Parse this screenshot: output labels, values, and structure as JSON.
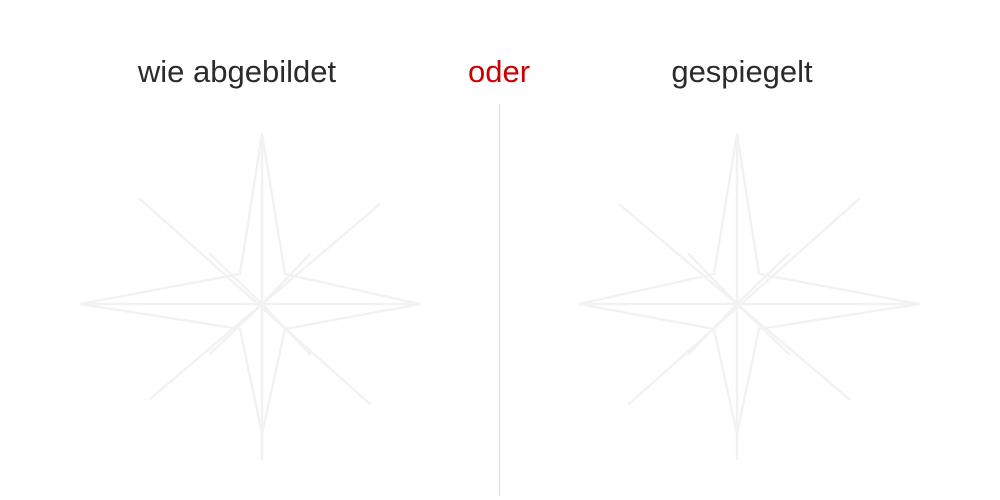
{
  "options": {
    "left_label": "wie abgebildet",
    "separator_label": "oder",
    "right_label": "gespiegelt"
  },
  "figure": {
    "subject": "faint-star-line-drawing",
    "right_is_mirrored": true
  },
  "colors": {
    "text": "#2b2b2b",
    "separator_text": "#cc0000",
    "divider": "#dddddd",
    "figure_stroke": "#f2f2f2"
  }
}
